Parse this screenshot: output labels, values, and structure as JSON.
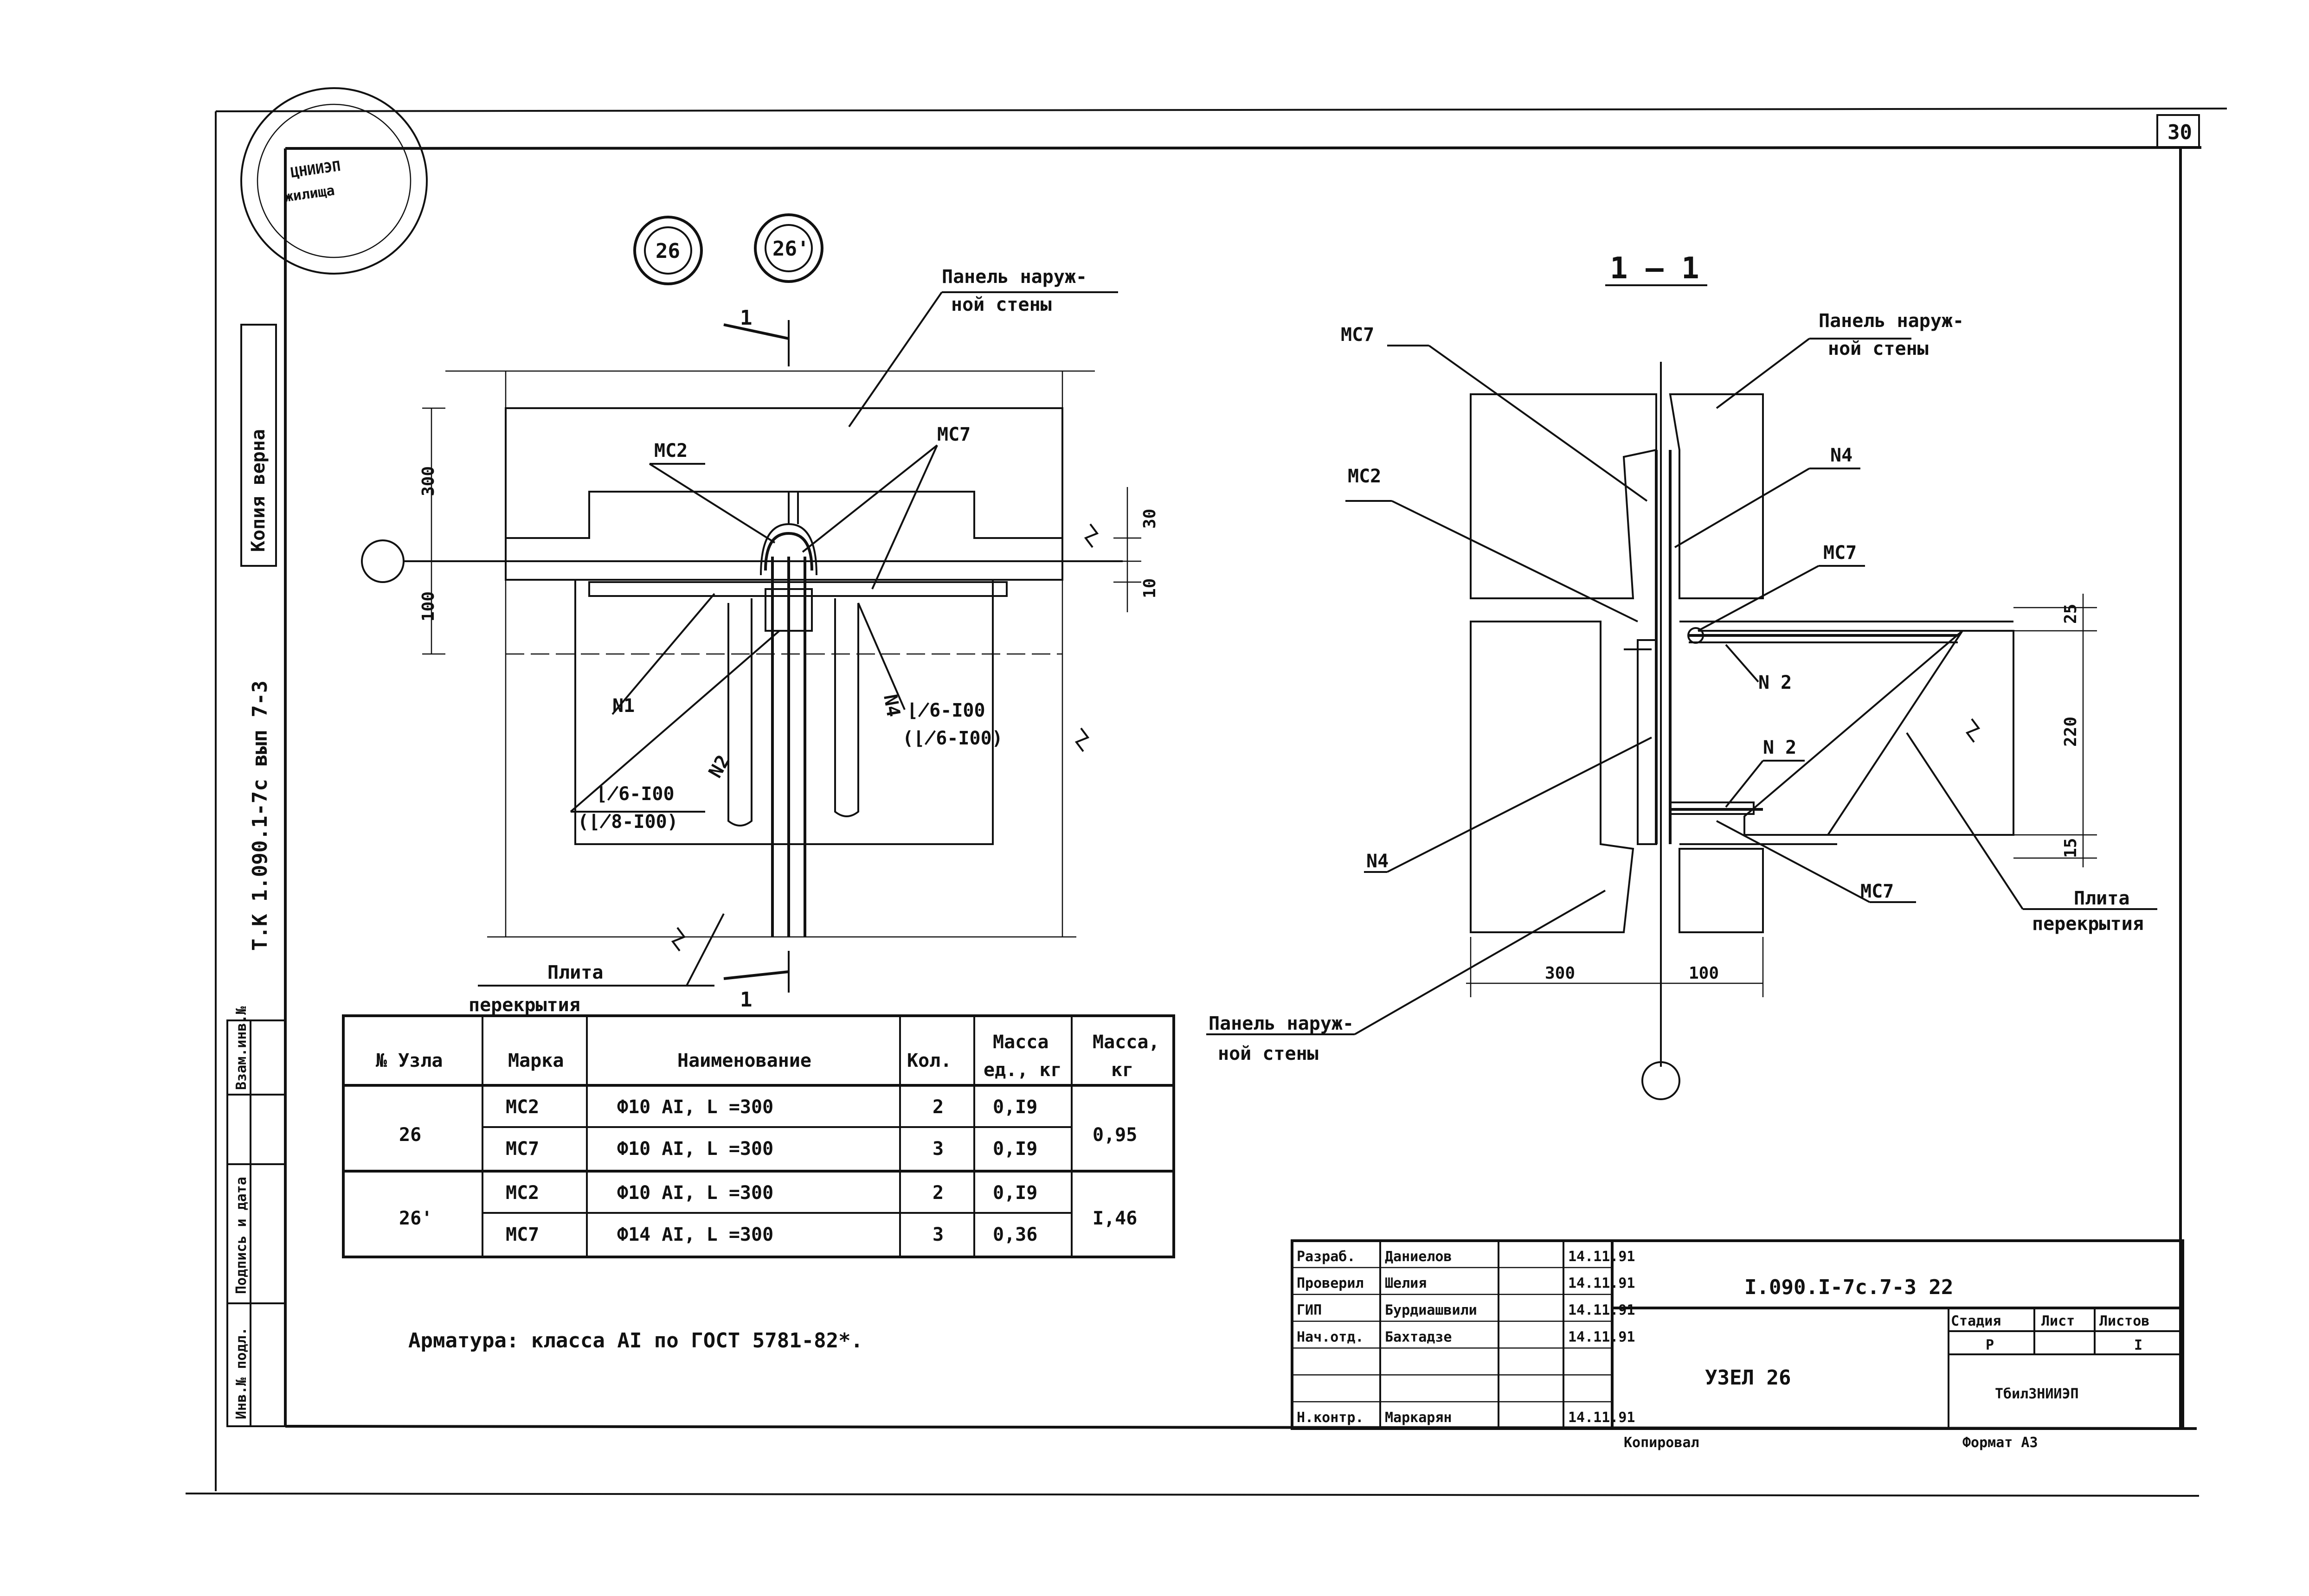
{
  "sheet_no": "30",
  "stamp": {
    "text": "ЦНИИЭП жилища",
    "role": "seal"
  },
  "margin_note": "Т.К 1.090.1-7с вып 7-3",
  "copy_note": "Копия верна",
  "badges": [
    "26",
    "26'"
  ],
  "plan": {
    "labels": {
      "wall_panel": [
        "Панель наруж-",
        "ной стены"
      ],
      "slab": [
        "Плита",
        "перекрытия"
      ],
      "mc2": "МС2",
      "mc7": "МС7",
      "n1": "N1",
      "n2": "N2",
      "n4": "N4",
      "weld1a": "⌊̸6-I00",
      "weld1b": "(⌊̸6-I00)",
      "weld2a": "⌊̸6-I00",
      "weld2b": "(⌊̸8-I00)"
    },
    "dims": [
      "300",
      "100",
      "30",
      "10"
    ],
    "cut_mark": "1"
  },
  "section": {
    "title": "1 — 1",
    "labels": {
      "mc7_top": "МС7",
      "mc2": "МС2",
      "wall_top": [
        "Панель наруж-",
        "ной стены"
      ],
      "n4_top": "N4",
      "mc7_mid": "МС7",
      "n2a": "N 2",
      "n2b": "N 2",
      "n4_bot": "N4",
      "mc7_bot": "МС7",
      "slab": [
        "Плита",
        "перекрытия"
      ],
      "wall_bot": [
        "Панель наруж-",
        "ной стены"
      ]
    },
    "dims": [
      "25",
      "220",
      "15",
      "300",
      "100"
    ]
  },
  "spec_table": {
    "headers": [
      "№ Узла",
      "Марка",
      "Наименование",
      "Кол.",
      "Масса ед., кг",
      "Масса, кг"
    ],
    "groups": [
      {
        "node": "26",
        "total": "0,95",
        "rows": [
          {
            "mark": "МС2",
            "name": "Ф10 AI, L =300",
            "qty": "2",
            "mass": "0,I9"
          },
          {
            "mark": "МС7",
            "name": "Ф10 AI, L =300",
            "qty": "3",
            "mass": "0,I9"
          }
        ]
      },
      {
        "node": "26'",
        "total": "I,46",
        "rows": [
          {
            "mark": "МС2",
            "name": "Ф10 AI, L =300",
            "qty": "2",
            "mass": "0,I9"
          },
          {
            "mark": "МС7",
            "name": "Ф14 AI, L =300",
            "qty": "3",
            "mass": "0,36"
          }
        ]
      }
    ]
  },
  "note": "Арматура: класса AI по ГОСТ 5781-82*.",
  "side_columns": [
    "Взам.инв.№",
    "Подпись и дата",
    "Инв.№ подл."
  ],
  "title_block": {
    "roles": [
      {
        "role": "Разраб.",
        "name": "Даниелов",
        "date": "14.11.91"
      },
      {
        "role": "Проверил",
        "name": "Шелия",
        "date": "14.11.91"
      },
      {
        "role": "ГИП",
        "name": "Бурдиашвили",
        "date": "14.11.91"
      },
      {
        "role": "Нач.отд.",
        "name": "Бахтадзе",
        "date": "14.11.91"
      },
      {
        "role": "",
        "name": "",
        "date": ""
      },
      {
        "role": "",
        "name": "",
        "date": ""
      },
      {
        "role": "Н.контр.",
        "name": "Маркарян",
        "date": "14.11.91"
      }
    ],
    "designation": "I.090.I-7с.7-3 22",
    "node_title": "УЗЕЛ 26",
    "stage_header": "Стадия",
    "sheet_header": "Лист",
    "sheets_header": "Листов",
    "stage": "Р",
    "sheet": "",
    "sheets": "I",
    "org": "ТбилЗНИИЭП",
    "copied": "Копировал",
    "format": "Формат А3"
  }
}
